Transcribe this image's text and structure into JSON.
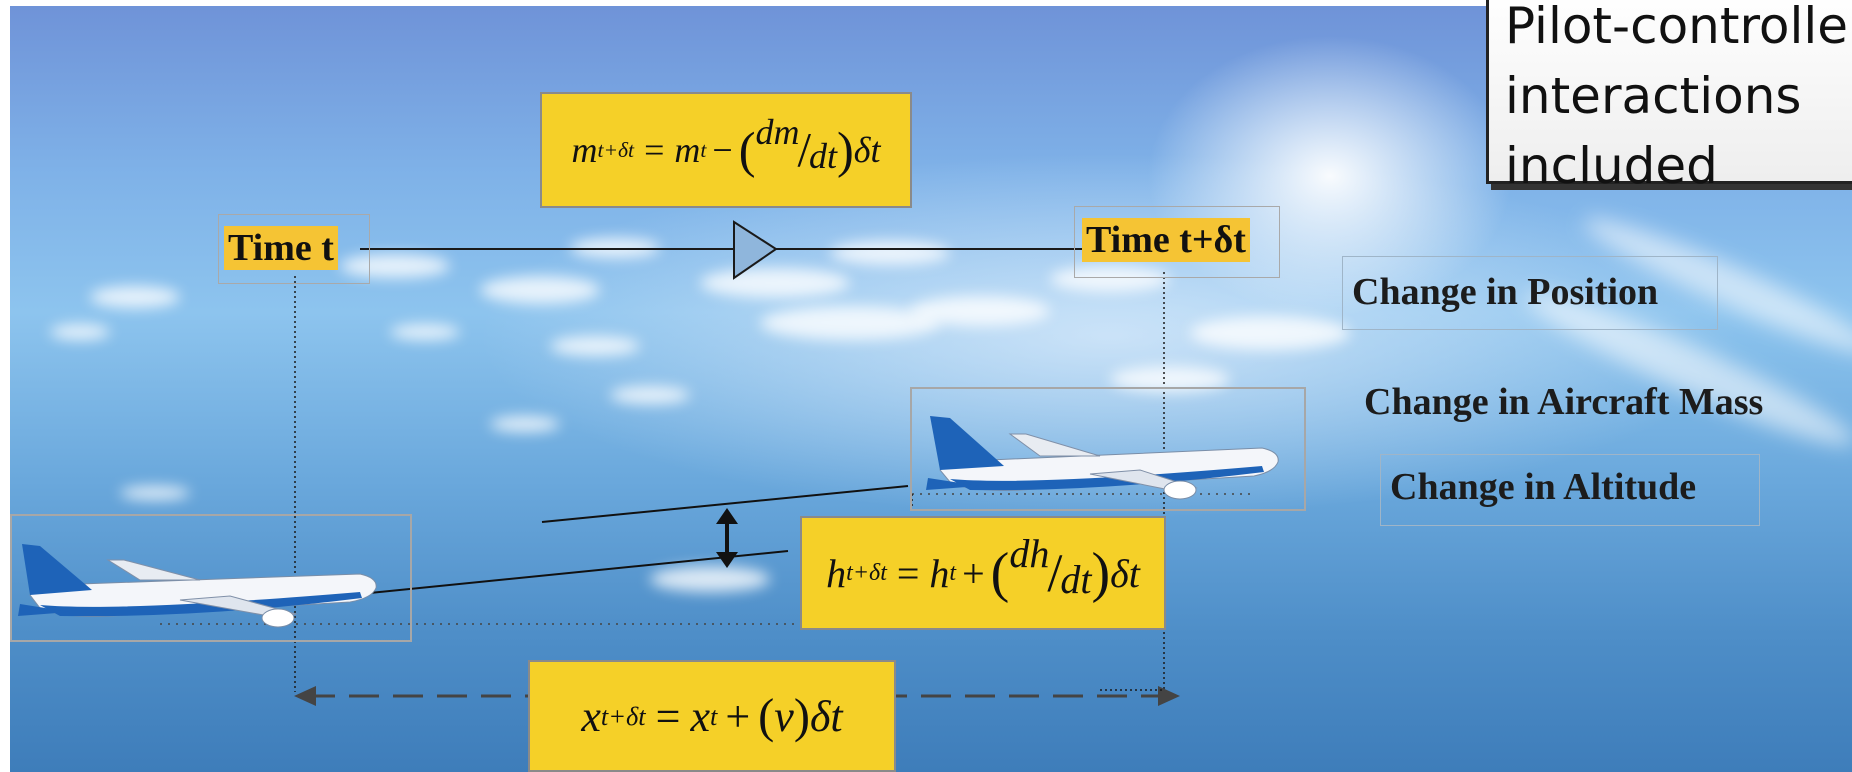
{
  "time_start": "Time t",
  "time_end": "Time t+δt",
  "equations": {
    "mass": {
      "lhs": "m",
      "lhs_sub": "t+δt",
      "rhs_var": "m",
      "rhs_sub": "t",
      "op": "−",
      "num": "dm",
      "den": "dt",
      "tail": "δt"
    },
    "altitude": {
      "lhs": "h",
      "lhs_sub": "t+δt",
      "rhs_var": "h",
      "rhs_sub": "t",
      "op": "+",
      "num": "dh",
      "den": "dt",
      "tail": "δt"
    },
    "position": {
      "lhs": "x",
      "lhs_sub": "t+δt",
      "rhs_var": "x",
      "rhs_sub": "t",
      "op": "+",
      "inner": "v",
      "tail": "δt"
    }
  },
  "changes": [
    "Change in Position",
    "Change in Aircraft Mass",
    "Change in Altitude"
  ],
  "callout_lines": [
    "Pilot-controller",
    "interactions",
    "included"
  ],
  "colors": {
    "equation_fill": "#f5d028",
    "time_fill": "#f5c434",
    "plane_blue": "#1e63b8"
  }
}
